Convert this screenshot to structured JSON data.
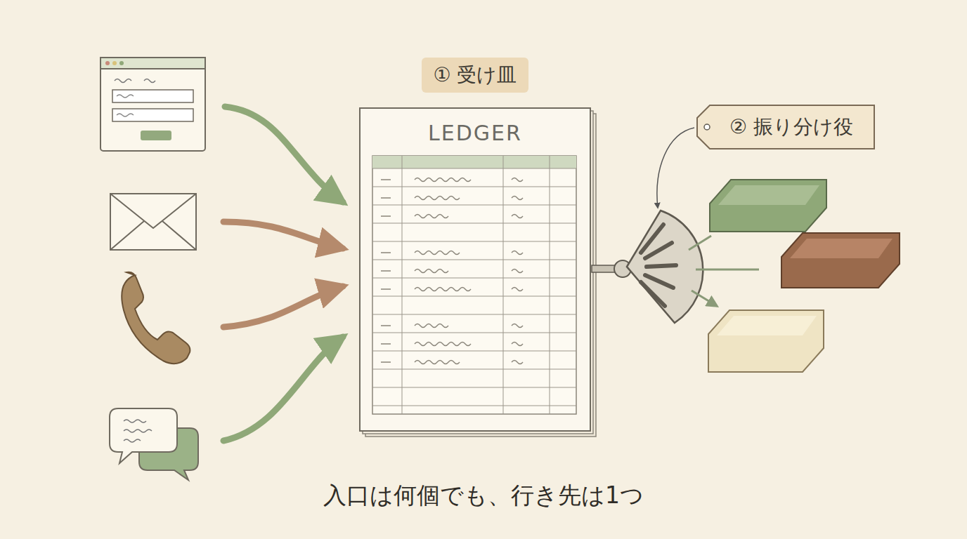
{
  "diagram": {
    "caption": "入口は何個でも、行き先は1つ",
    "nodes": [
      {
        "text": [
          "LEDGER"
        ]
      }
    ],
    "labels": [
      "① 受け皿",
      "② 振り分け役"
    ]
  }
}
